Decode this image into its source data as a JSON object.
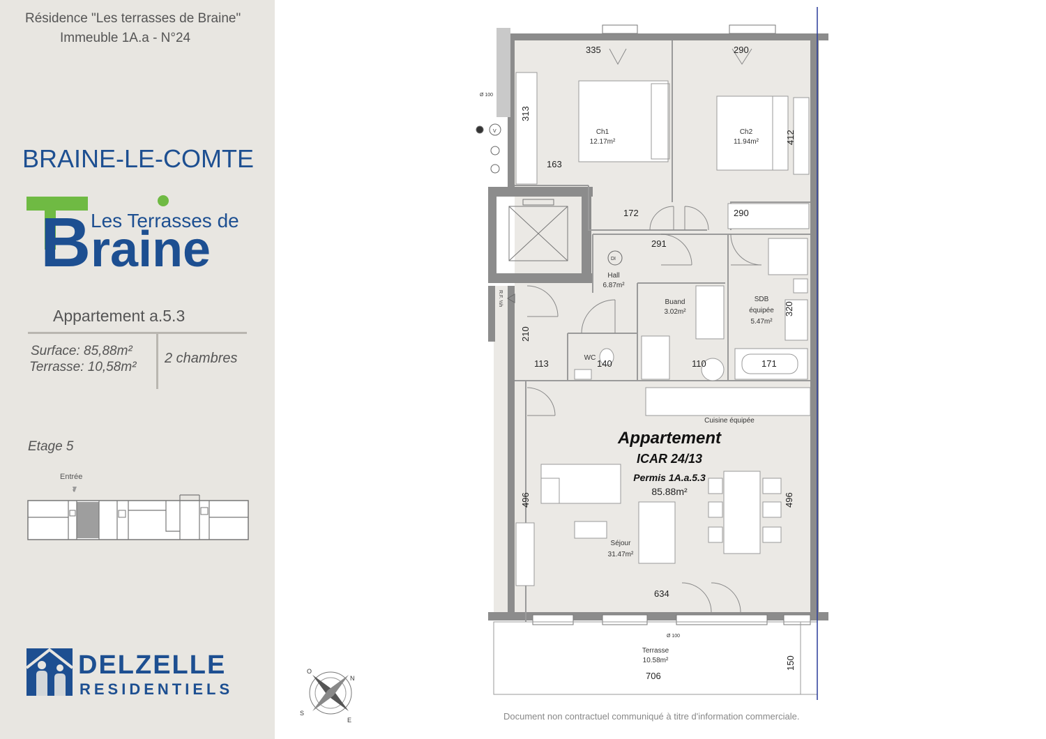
{
  "header": {
    "residence_line": "Résidence \"Les terrasses de Braine\"",
    "building_line": "Immeuble 1A.a - N°24"
  },
  "city": "BRAINE-LE-COMTE",
  "logo": {
    "word1": "Les Terrasses de",
    "word2": "raine",
    "letter": "B"
  },
  "apartment": {
    "title": "Appartement a.5.3",
    "surface": "Surface:  85,88m²",
    "terrace": "Terrasse: 10,58m²",
    "bedrooms": "2 chambres",
    "floor": "Etage 5",
    "entrance_label": "Entrée"
  },
  "developer": {
    "line1": "DELZELLE",
    "line2": "RESIDENTIELS"
  },
  "colors": {
    "sidebar_bg": "#e8e6e1",
    "brand_blue": "#1d4f91",
    "brand_green": "#6fba43",
    "wall": "#8c8c8c",
    "floor": "#ebe9e5"
  },
  "plan": {
    "dimensions": {
      "d335": "335",
      "d290a": "290",
      "d313": "313",
      "d412": "412",
      "d163": "163",
      "d172": "172",
      "d290b": "290",
      "d291": "291",
      "d320": "320",
      "d210": "210",
      "d113": "113",
      "d140": "140",
      "d110": "110",
      "d171": "171",
      "d496a": "496",
      "d496b": "496",
      "d634": "634",
      "d706": "706",
      "d150": "150"
    },
    "rooms": {
      "ch1_name": "Ch1",
      "ch1_area": "12.17m²",
      "ch2_name": "Ch2",
      "ch2_area": "11.94m²",
      "hall_name": "Hall",
      "hall_area": "6.87m²",
      "buand_name": "Buand",
      "buand_area": "3.02m²",
      "sdb_name": "SDB",
      "sdb_sub": "équipée",
      "sdb_area": "5.47m²",
      "wc_name": "WC",
      "cuisine": "Cuisine équipée",
      "sejour_name": "Séjour",
      "sejour_area": "31.47m²",
      "terrasse_name": "Terrasse",
      "terrasse_area": "10.58m²"
    },
    "stamp": {
      "line1": "Appartement",
      "line2": "ICAR 24/13",
      "line3": "Permis 1A.a.5.3",
      "area": "85.88m²"
    },
    "small": {
      "di": "DI",
      "pipe1": "Ø 100",
      "pipe2": "Ø 100",
      "rf": "R.F. ½h",
      "v": "V"
    },
    "compass": {
      "n": "N",
      "e": "E",
      "s": "S",
      "o": "O"
    }
  },
  "footer": "Document non contractuel communiqué à titre d'information commerciale."
}
